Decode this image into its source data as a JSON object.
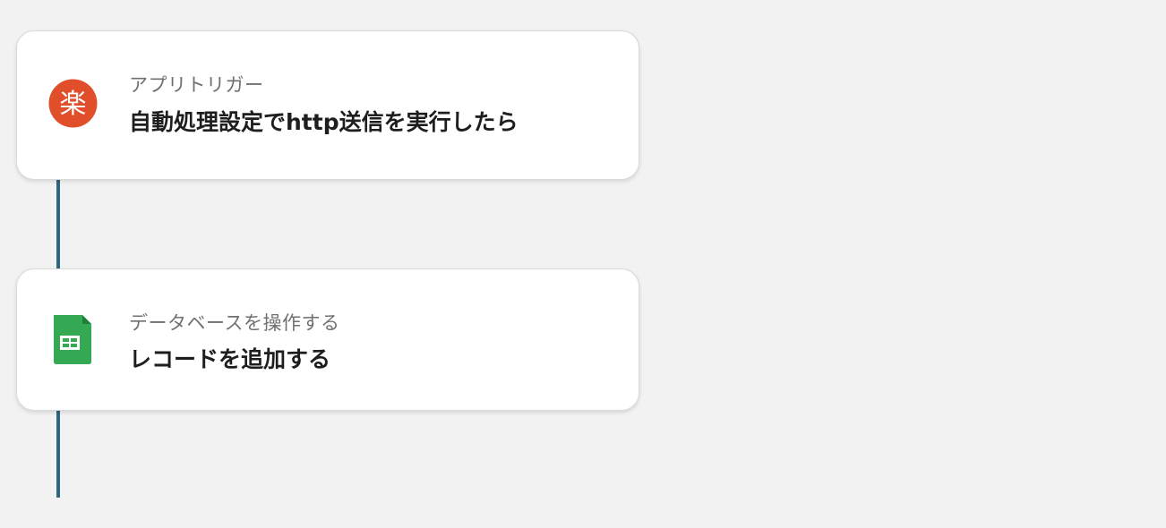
{
  "flow": {
    "steps": [
      {
        "label": "アプリトリガー",
        "title": "自動処理設定でhttp送信を実行したら",
        "icon": "rakuten-icon",
        "icon_text": "楽",
        "icon_color": "#e04e2a"
      },
      {
        "label": "データベースを操作する",
        "title": "レコードを追加する",
        "icon": "google-sheets-icon",
        "icon_color": "#34a853"
      }
    ],
    "connector_color": "#2f6680"
  }
}
